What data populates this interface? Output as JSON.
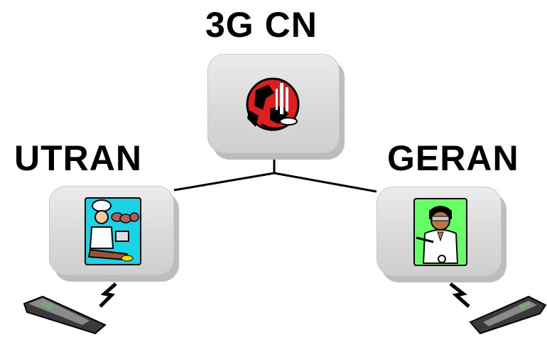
{
  "diagram": {
    "core_network": {
      "label": "3G CN",
      "icon": "globe-network-icon"
    },
    "access_networks": [
      {
        "label": "UTRAN",
        "icon": "chef-butcher-icon"
      },
      {
        "label": "GERAN",
        "icon": "scientist-icon"
      }
    ],
    "terminals": [
      {
        "icon": "mobile-phone-icon"
      },
      {
        "icon": "mobile-phone-icon"
      }
    ],
    "colors": {
      "link": "#000000",
      "node_fill": "#dcdcdc",
      "node_shadow": "#bdbdbd",
      "globe_red": "#e01e1e",
      "icon_cyan": "#19d3e6",
      "icon_green": "#66ff66"
    }
  }
}
